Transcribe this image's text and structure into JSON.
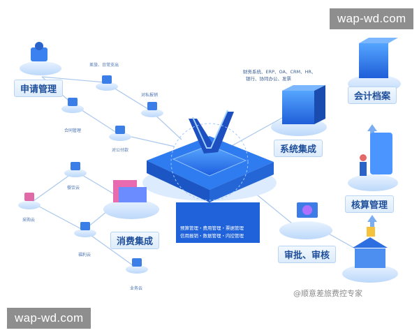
{
  "watermark": "wap-wd.com",
  "source": "@顺意差旅费控专家",
  "nodes": {
    "apply": "申请管理",
    "system": "系统集成",
    "archive": "会计档案",
    "accounting": "核算管理",
    "consume": "消费集成",
    "approve": "审批、审核"
  },
  "sub_nodes": {
    "travel": "差旅、日常支出",
    "private": "对私报销",
    "contract": "合同管理",
    "public": "对公付款",
    "meal": "餐饮云",
    "purchase": "采购云",
    "welfare": "福利云",
    "business": "业务云"
  },
  "system_desc": [
    "财务系统、ERP、OA、CRM、HR、",
    "银行、协同办公、发票"
  ],
  "center_desc": [
    "预算管理・费用管理・票据管理",
    "信用报销・数据管理・内控管理"
  ]
}
